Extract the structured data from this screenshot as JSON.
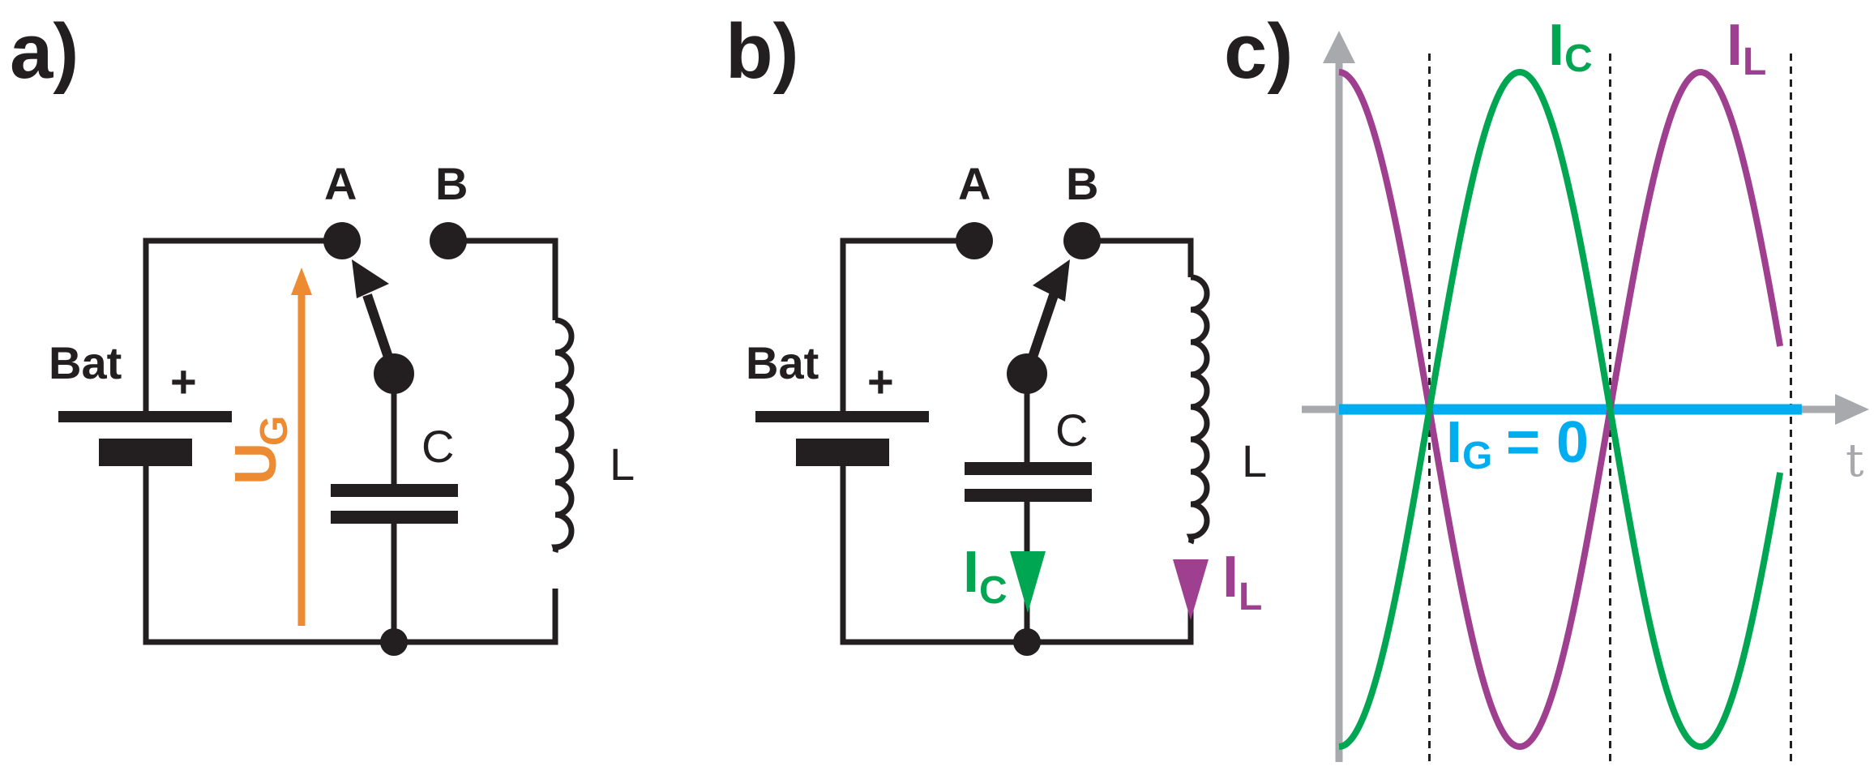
{
  "panels": {
    "a": "a)",
    "b": "b)",
    "c": "c)"
  },
  "circuit_a": {
    "terminal_a": "A",
    "terminal_b": "B",
    "battery": "Bat",
    "plus": "+",
    "capacitor": "C",
    "inductor": "L",
    "voltage_main": "U",
    "voltage_sub": "G"
  },
  "circuit_b": {
    "terminal_a": "A",
    "terminal_b": "B",
    "battery": "Bat",
    "plus": "+",
    "capacitor": "C",
    "inductor": "L",
    "ic_main": "I",
    "ic_sub": "C",
    "il_main": "I",
    "il_sub": "L"
  },
  "chart_c": {
    "ic_main": "I",
    "ic_sub": "C",
    "il_main": "I",
    "il_sub": "L",
    "ig_main": "I",
    "ig_sub": "G",
    "ig_value": " = 0",
    "t_axis": "t"
  },
  "colors": {
    "ink": "#231f20",
    "orange": "#ec8b32",
    "green": "#00a651",
    "purple": "#9e3f8f",
    "blue": "#00aeef",
    "axis": "#a7a9ac"
  },
  "chart_data": {
    "type": "line",
    "x_unit": "period",
    "x_range": [
      0,
      1.22
    ],
    "series": [
      {
        "name": "I_C",
        "function": "-cos(2*pi*x)",
        "color": "#00a651",
        "x_range": [
          0,
          1.22
        ]
      },
      {
        "name": "I_L",
        "function": "cos(2*pi*x)",
        "color": "#9e3f8f",
        "x_range": [
          0,
          1.22
        ]
      },
      {
        "name": "I_G = 0",
        "function": "0",
        "color": "#00aeef",
        "x_range": [
          0,
          1.28
        ]
      }
    ],
    "vertical_markers": [
      0.25,
      0.75,
      1.25
    ],
    "ylim": [
      -1,
      1
    ],
    "grid": false
  }
}
